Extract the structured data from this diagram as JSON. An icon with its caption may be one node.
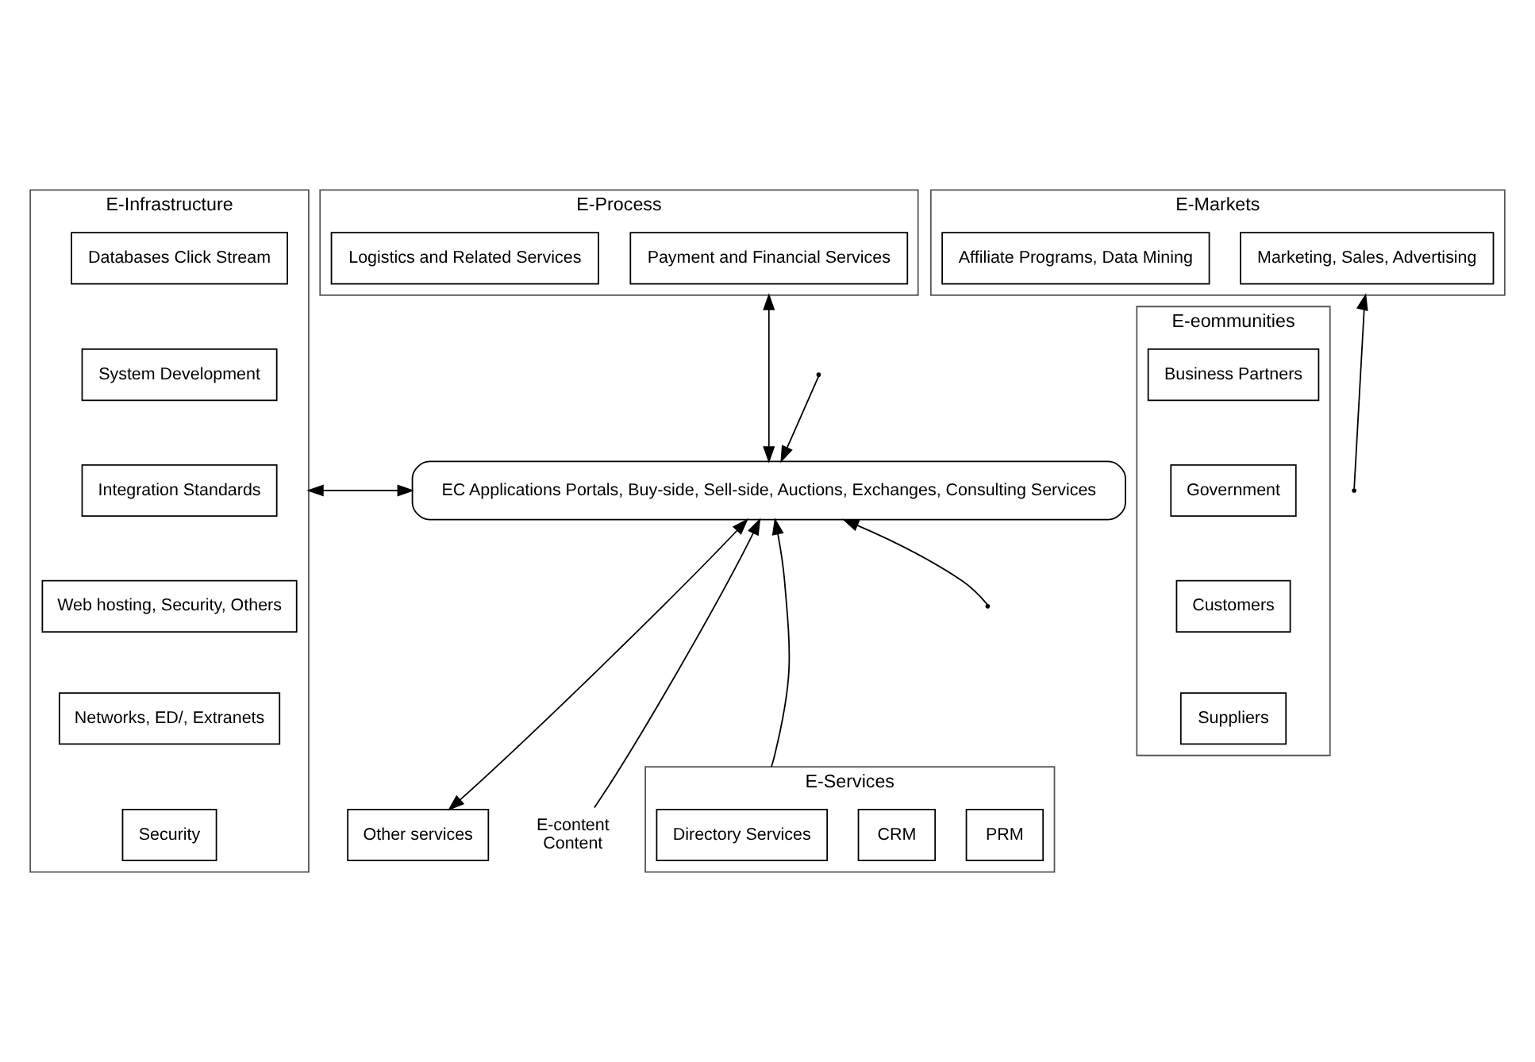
{
  "diagram": {
    "nodes": [
      {
        "text": [
          "E-Infrastructure"
        ]
      },
      {
        "text": [
          "Databases Click Stream"
        ],
        "in": 0
      },
      {
        "text": [
          "System Development"
        ],
        "in": 0
      },
      {
        "text": [
          "Integration Standards"
        ],
        "in": 0
      },
      {
        "text": [
          "Web hosting, Security, Others"
        ],
        "in": 0
      },
      {
        "text": [
          "Networks, ED/, Extranets"
        ],
        "in": 0
      },
      {
        "text": [
          "Security"
        ],
        "in": 0
      },
      {
        "text": [
          "E-Process"
        ]
      },
      {
        "text": [
          "Payment and Financial Services"
        ],
        "in": 7
      },
      {
        "text": [
          "Logistics and Related Services"
        ],
        "in": 7
      },
      {
        "text": [
          "E-Markets"
        ]
      },
      {
        "text": [
          "Marketing, Sales, Advertising"
        ],
        "in": 10
      },
      {
        "text": [
          "Affiliate Programs, Data Mining"
        ],
        "in": 10
      },
      {
        "text": [
          "EC Applications Portals, Buy-side, Sell-side, Auctions, Exchanges, Consulting Services"
        ]
      },
      {
        "text": [
          "E-eommunities"
        ]
      },
      {
        "text": [
          "Business Partners"
        ],
        "in": 14
      },
      {
        "text": [
          "Government"
        ],
        "in": 14
      },
      {
        "text": [
          "Customers"
        ],
        "in": 14
      },
      {
        "text": [
          "Suppliers"
        ],
        "in": 14
      },
      {
        "text": [
          "Other services"
        ]
      },
      {
        "text": [
          "E-content",
          "Content"
        ]
      },
      {
        "text": [
          "E-Services"
        ]
      },
      {
        "text": [
          "Directory Services"
        ],
        "in": 21
      },
      {
        "text": [
          "CRM"
        ],
        "in": 21
      },
      {
        "text": [
          "PRM"
        ],
        "in": 21
      }
    ],
    "edges": [
      {
        "from": 0,
        "to": 13,
        "arrow": "both"
      },
      {
        "from": 7,
        "to": 13,
        "arrow": "both"
      },
      {
        "from": null,
        "to": 13,
        "arrow": "to"
      },
      {
        "from": null,
        "to": 10,
        "arrow": "to"
      },
      {
        "from": null,
        "to": 13,
        "arrow": "to"
      },
      {
        "from": 19,
        "to": 13,
        "arrow": "both"
      },
      {
        "from": 20,
        "to": 13,
        "arrow": "to"
      },
      {
        "from": 21,
        "to": 13,
        "arrow": "to"
      }
    ]
  }
}
